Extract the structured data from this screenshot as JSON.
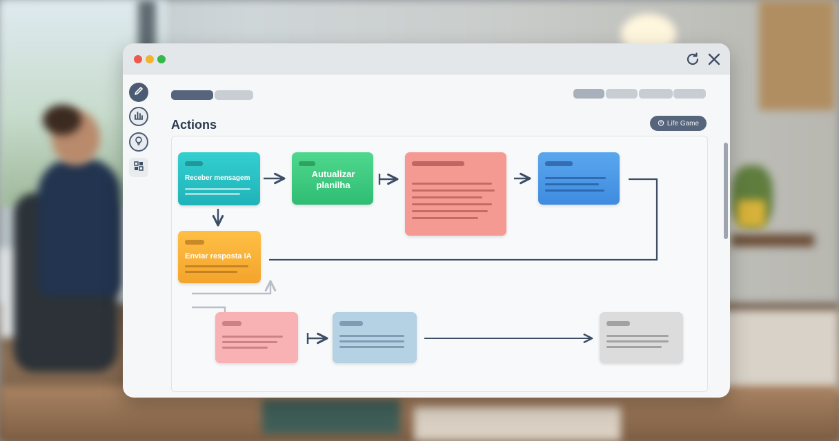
{
  "page": {
    "title": "Actions",
    "live_button": "Life Game"
  },
  "titlebar": {
    "icons": [
      "refresh-icon",
      "close-icon"
    ]
  },
  "sidebar": {
    "items": [
      {
        "icon": "pen-icon"
      },
      {
        "icon": "chart-icon"
      },
      {
        "icon": "lightbulb-icon"
      },
      {
        "icon": "grid-icon"
      }
    ]
  },
  "flow": {
    "nodes": [
      {
        "id": "teal",
        "label": "Receber mensagem"
      },
      {
        "id": "green",
        "label": "Autualizar planilha"
      },
      {
        "id": "red",
        "label": ""
      },
      {
        "id": "blue",
        "label": ""
      },
      {
        "id": "orange",
        "label": "Enviar resposta IA"
      },
      {
        "id": "pink",
        "label": ""
      },
      {
        "id": "lightblue",
        "label": ""
      },
      {
        "id": "gray",
        "label": ""
      }
    ]
  },
  "colors": {
    "accent": "#56657c",
    "teal": "#2cc4c6",
    "green": "#3cc97f",
    "red": "#f59a93",
    "blue": "#4a98e6",
    "orange": "#f8b23a",
    "pink": "#f8b2b4",
    "light_blue": "#b5d1e4",
    "gray": "#dcdcdc",
    "edge": "#3d4d66"
  }
}
